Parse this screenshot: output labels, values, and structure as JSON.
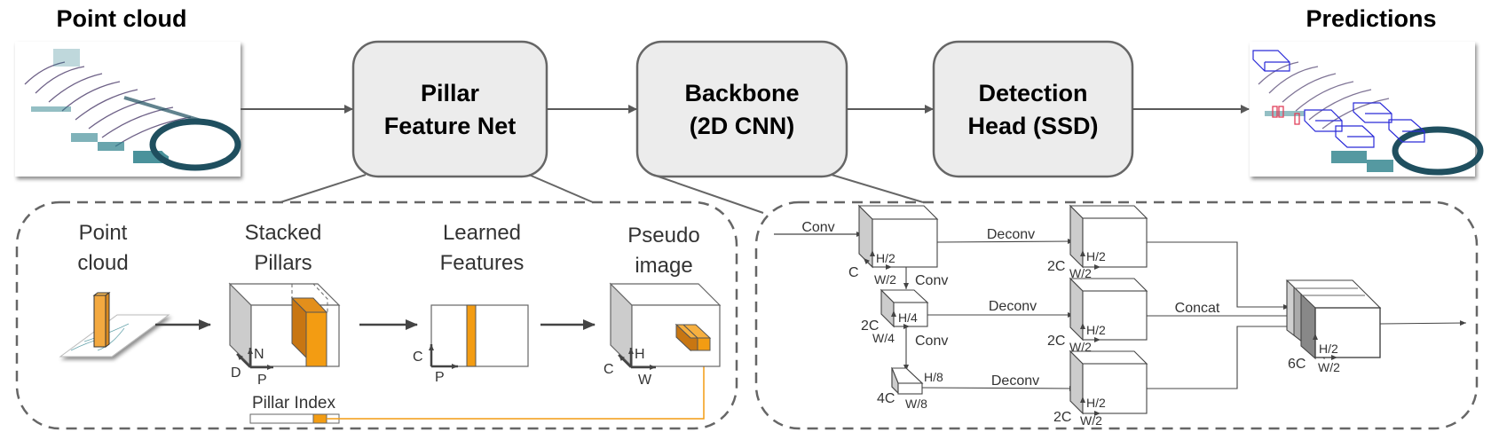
{
  "pipeline": {
    "input_title": "Point cloud",
    "output_title": "Predictions",
    "stages": [
      {
        "line1": "Pillar",
        "line2": "Feature Net"
      },
      {
        "line1": "Backbone",
        "line2": "(2D CNN)"
      },
      {
        "line1": "Detection",
        "line2": "Head (SSD)"
      }
    ]
  },
  "pillar_feature_net": {
    "steps": [
      {
        "line1": "Point",
        "line2": "cloud"
      },
      {
        "line1": "Stacked",
        "line2": "Pillars"
      },
      {
        "line1": "Learned",
        "line2": "Features"
      },
      {
        "line1": "Pseudo",
        "line2": "image"
      }
    ],
    "stacked_axes": {
      "d": "D",
      "n": "N",
      "p": "P"
    },
    "learned_axes": {
      "c": "C",
      "p": "P"
    },
    "pseudo_axes": {
      "c": "C",
      "h": "H",
      "w": "W"
    },
    "pillar_index_label": "Pillar Index"
  },
  "backbone": {
    "input_label": "Conv",
    "down": [
      {
        "c": "C",
        "h": "H/2",
        "w": "W/2"
      },
      {
        "c": "2C",
        "h": "H/4",
        "w": "W/4"
      },
      {
        "c": "4C",
        "h": "H/8",
        "w": "W/8"
      }
    ],
    "conv_labels": [
      "Conv",
      "Conv"
    ],
    "deconv_label": "Deconv",
    "up": [
      {
        "c": "2C",
        "h": "H/2",
        "w": "W/2"
      },
      {
        "c": "2C",
        "h": "H/2",
        "w": "W/2"
      },
      {
        "c": "2C",
        "h": "H/2",
        "w": "W/2"
      }
    ],
    "concat_label": "Concat",
    "concat_block": {
      "c": "6C",
      "h": "H/2",
      "w": "W/2"
    }
  },
  "colors": {
    "box_fill": "#ececec",
    "box_stroke": "#666666",
    "arrow": "#595959",
    "pillar_orange": "#f39c12",
    "pillar_dark": "#c87612",
    "side_gray": "#cccccc",
    "teal_points": "#2a7f8a",
    "pred_box_blue": "#2a2ad8",
    "pred_box_red": "#e0405a"
  }
}
